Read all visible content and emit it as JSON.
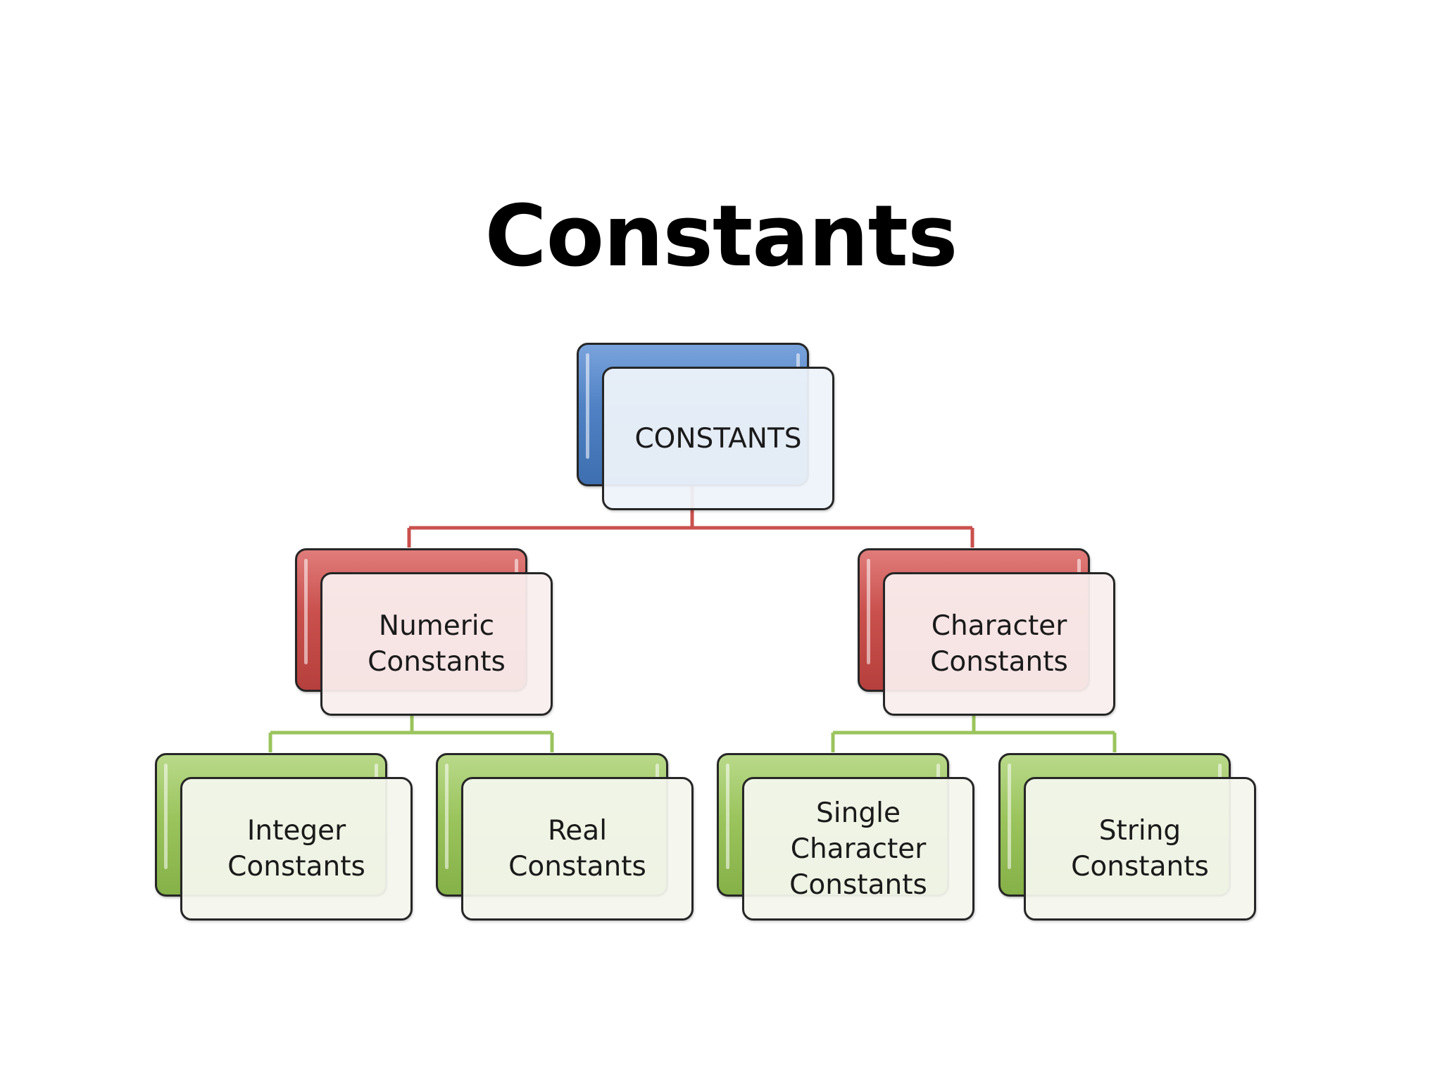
{
  "title": "Constants",
  "colors": {
    "root": "#4f81c4",
    "level1": "#c9504d",
    "level2": "#9bc45d",
    "level1_connector": "#c9504d",
    "level2_connector": "#9bc45d"
  },
  "diagram": {
    "root": {
      "label": "CONSTANTS"
    },
    "numeric": {
      "label": "Numeric\nConstants"
    },
    "character": {
      "label": "Character\nConstants"
    },
    "integer": {
      "label": "Integer\nConstants"
    },
    "real": {
      "label": "Real\nConstants"
    },
    "single_character": {
      "label": "Single\nCharacter\nConstants"
    },
    "string": {
      "label": "String\nConstants"
    },
    "edges": [
      [
        "root",
        "numeric"
      ],
      [
        "root",
        "character"
      ],
      [
        "numeric",
        "integer"
      ],
      [
        "numeric",
        "real"
      ],
      [
        "character",
        "single_character"
      ],
      [
        "character",
        "string"
      ]
    ]
  }
}
